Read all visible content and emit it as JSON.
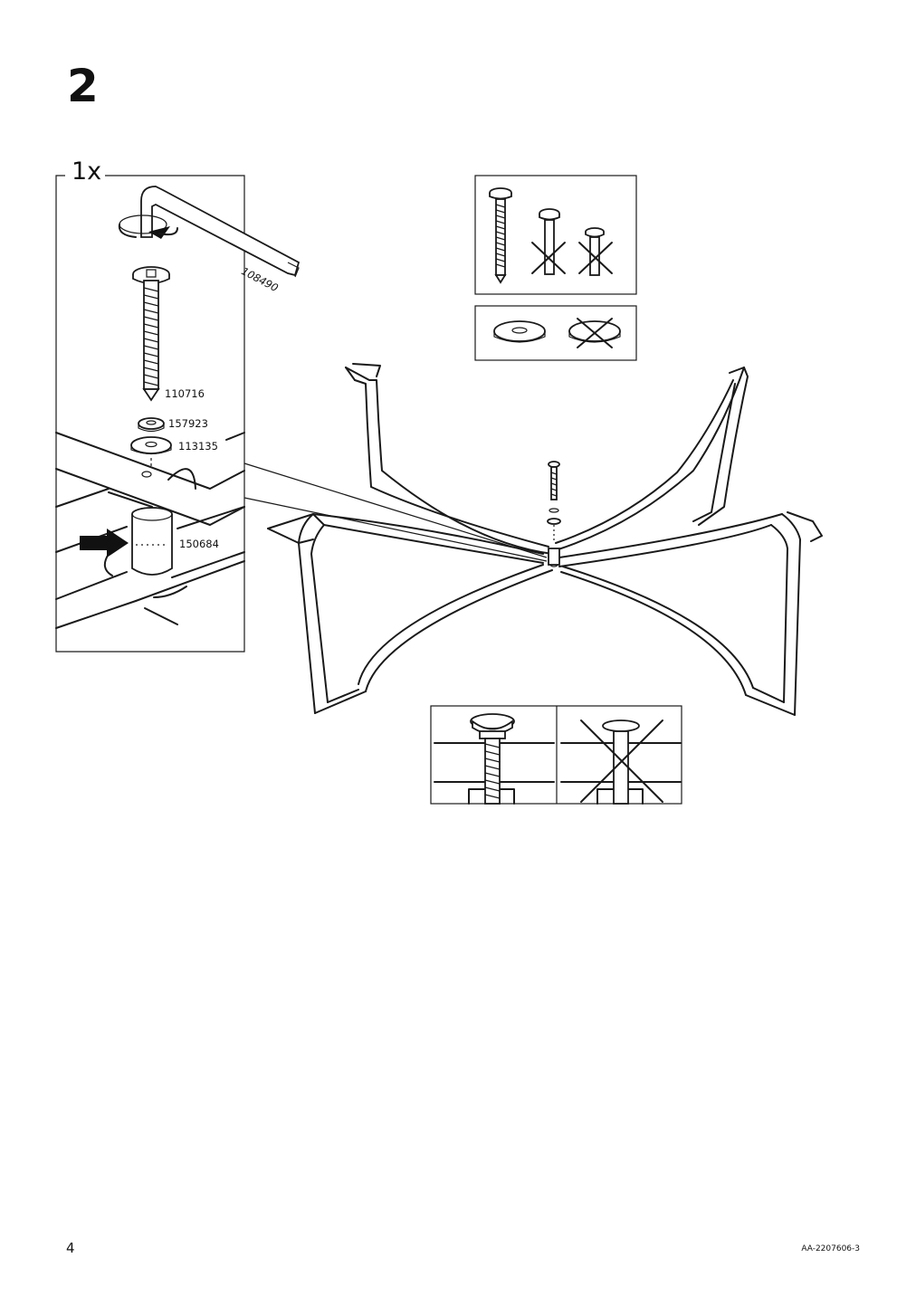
{
  "step": {
    "number": "2"
  },
  "detail_panel": {
    "quantity": "1x"
  },
  "parts": {
    "allen_key": "108490",
    "bolt": "110716",
    "spring_washer": "157923",
    "washer": "113135",
    "barrel_nut": "150684"
  },
  "footer": {
    "page_number": "4",
    "document_code": "AA-2207606-3"
  },
  "icons": [
    "allen-key-icon",
    "bolt-icon",
    "washer-icon",
    "barrel-nut-icon",
    "push-arrow-icon",
    "rotate-arrow-icon",
    "cross-mark-icon"
  ]
}
